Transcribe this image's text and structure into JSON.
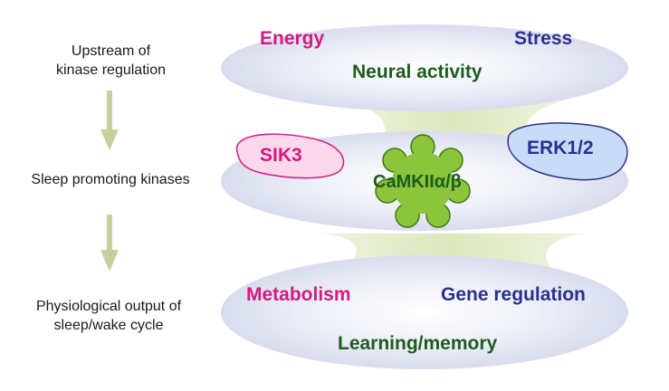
{
  "left_labels": {
    "upstream": [
      "Upstream of",
      "kinase regulation"
    ],
    "kinases": [
      "Sleep promoting kinases"
    ],
    "output": [
      "Physiological output of",
      "sleep/wake cycle"
    ]
  },
  "top_disc": {
    "energy": "Energy",
    "stress": "Stress",
    "neural": "Neural activity"
  },
  "middle_disc": {
    "sik3": "SIK3",
    "erk": "ERK1/2",
    "camk": "CaMKIIα/β"
  },
  "bottom_disc": {
    "metabolism": "Metabolism",
    "gene": "Gene regulation",
    "learning": "Learning/memory"
  },
  "colors": {
    "pink": "#d6197f",
    "navy": "#2b2f8f",
    "dark_green": "#1e5c1e",
    "disc": "#e6e8f5",
    "connector": "#dfe8c4",
    "arrow": "#c5d09a",
    "camk_fill": "#8cc43c",
    "sik3_fill": "#fbd9ec",
    "erk_fill": "#c9dcf7"
  }
}
